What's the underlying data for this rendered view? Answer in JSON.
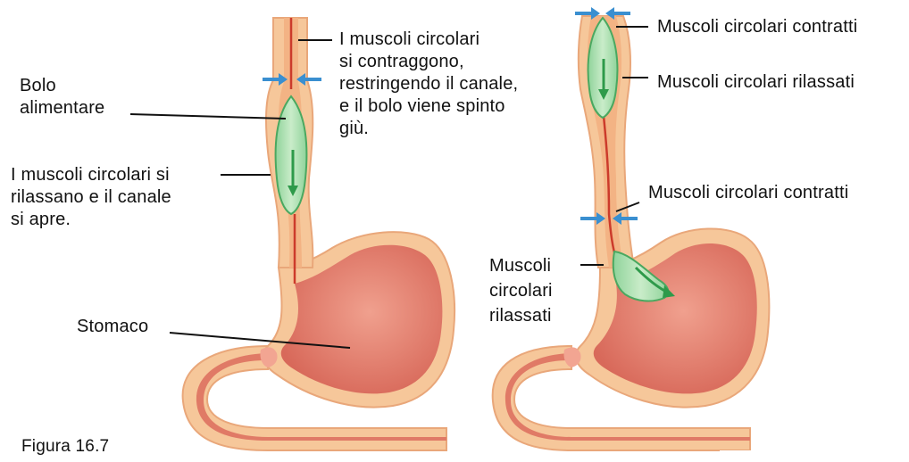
{
  "left_panel": {
    "label_bolo": "Bolo\nalimentare",
    "label_contract": "I muscoli circolari\nsi contraggono,\nrestringendo il canale,\ne il bolo viene spinto\ngiù.",
    "label_relax": "I muscoli circolari si\nrilassano e il canale\nsi apre.",
    "label_stomach": "Stomaco"
  },
  "right_panel": {
    "label_contracted_top": "Muscoli circolari contratti",
    "label_relaxed_top": "Muscoli circolari rilassati",
    "label_contracted_mid": "Muscoli circolari contratti",
    "label_relaxed_bottom": "Muscoli\ncircolari\nrilassati"
  },
  "caption": "Figura 16.7",
  "colors": {
    "tissue_outer": "#f6c79a",
    "tissue_inner": "#f3b384",
    "stomach_body": "#e07a66",
    "stomach_highlight": "#f2a592",
    "lumen_line": "#cc3b2b",
    "bolus_fill": "#a8dcae",
    "bolus_stroke": "#4aa860",
    "arrow_blue": "#3a8fd0",
    "arrow_green": "#2e9a4a",
    "leader": "#111111"
  },
  "icons": {
    "pressure_arrow": "blue-inward-arrow",
    "bolus_direction": "green-down-arrow"
  }
}
